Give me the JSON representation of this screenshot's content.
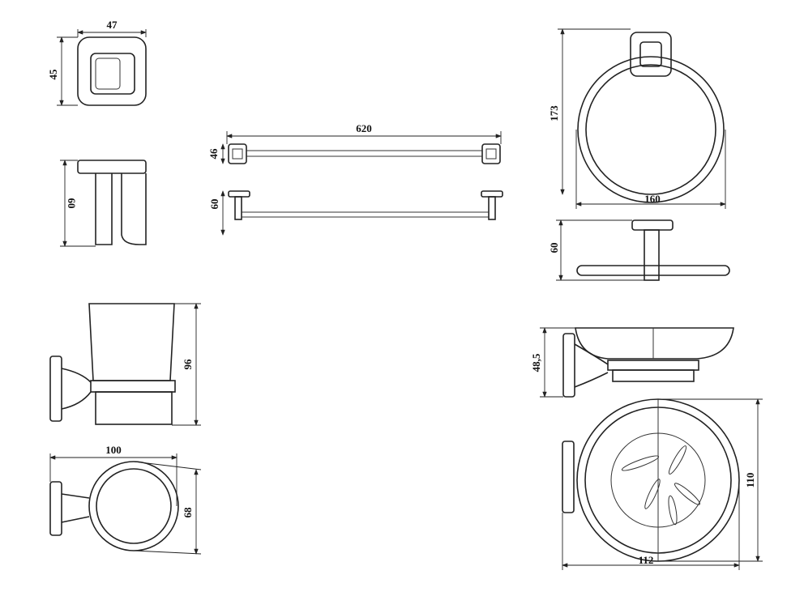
{
  "drawing": {
    "robe_hook": {
      "width": "47",
      "depth": "45",
      "height": "60"
    },
    "towel_bar": {
      "length": "620",
      "depth": "46",
      "height": "60"
    },
    "towel_ring": {
      "height": "173",
      "width": "160",
      "depth": "60"
    },
    "tumbler_holder": {
      "height": "96",
      "length": "100",
      "width": "68"
    },
    "soap_dish": {
      "height": "48,5",
      "depth": "110",
      "width": "112"
    }
  }
}
